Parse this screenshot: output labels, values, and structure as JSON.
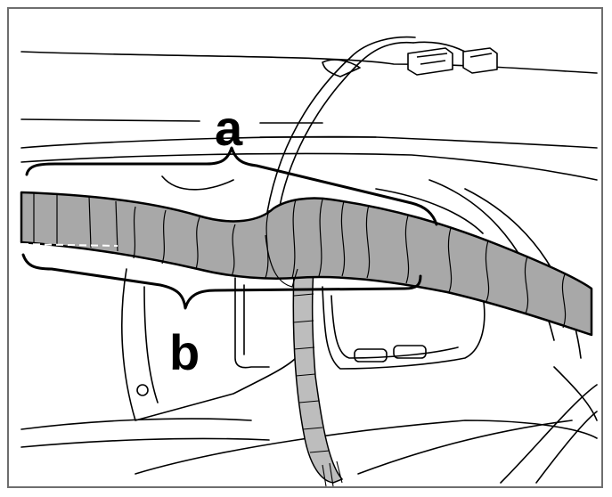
{
  "diagram": {
    "labels": {
      "a": "a",
      "b": "b"
    },
    "colors": {
      "tape": "#a8a8a8",
      "line": "#000000",
      "frame": "#6e6e6e"
    },
    "parts": [
      "wire-harness",
      "tape-wrap",
      "connector",
      "body-panel"
    ]
  }
}
